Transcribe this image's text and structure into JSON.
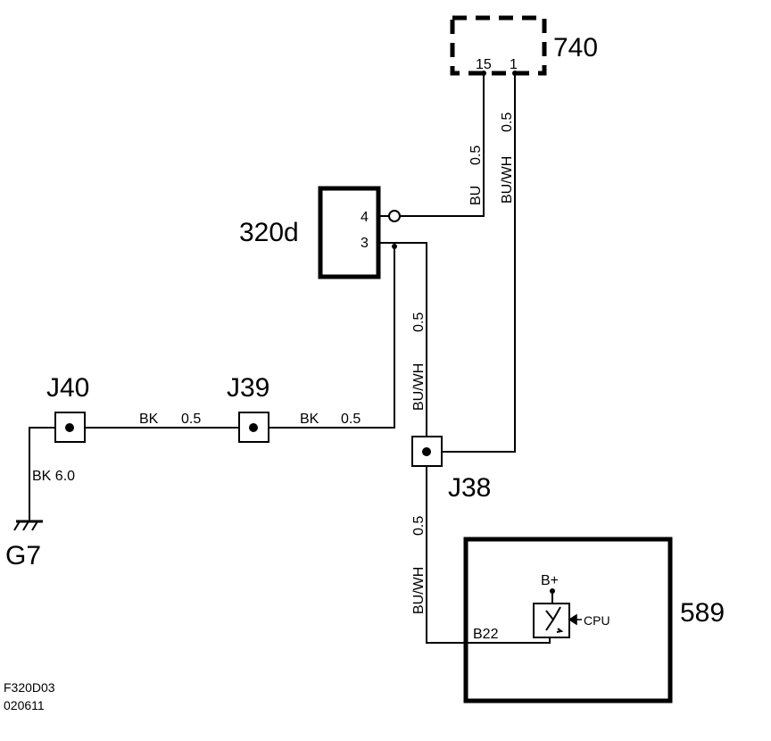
{
  "components": {
    "c740": {
      "label": "740",
      "pin15": "15",
      "pin1": "1"
    },
    "c320d": {
      "label": "320d",
      "pin4": "4",
      "pin3": "3"
    },
    "c589": {
      "label": "589",
      "bplus": "B+",
      "cpu": "CPU",
      "b22": "B22"
    }
  },
  "junctions": {
    "j40": "J40",
    "j39": "J39",
    "j38": "J38"
  },
  "ground": {
    "label": "G7"
  },
  "wires": {
    "bu_color": "BU",
    "bu_size": "0.5",
    "buwh_740_color": "BU/WH",
    "buwh_740_size": "0.5",
    "buwh_320_color": "BU/WH",
    "buwh_320_size": "0.5",
    "buwh_589_color": "BU/WH",
    "buwh_589_size": "0.5",
    "bk_j40_color": "BK",
    "bk_j40_size": "0.5",
    "bk_j39_color": "BK",
    "bk_j39_size": "0.5",
    "bk_gnd": "BK 6.0"
  },
  "footer": {
    "code": "F320D03",
    "date": "020611"
  }
}
